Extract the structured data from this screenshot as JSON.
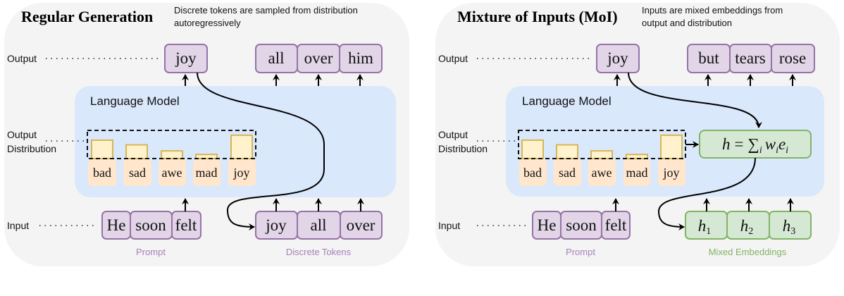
{
  "left": {
    "title": "Regular Generation",
    "subtitle_line1": "Discrete tokens are sampled from distribution",
    "subtitle_line2": "autoregressively",
    "output_label": "Output",
    "output_distribution_label_line1": "Output",
    "output_distribution_label_line2": "Distribution",
    "input_label": "Input",
    "language_model_label": "Language Model",
    "output_tokens": [
      "joy",
      "all",
      "over",
      "him"
    ],
    "distribution_tokens": [
      "bad",
      "sad",
      "awe",
      "mad",
      "joy"
    ],
    "prompt_tokens": [
      "He",
      "soon",
      "felt"
    ],
    "prompt_caption": "Prompt",
    "input_tokens": [
      "joy",
      "all",
      "over"
    ],
    "input_caption": "Discrete Tokens"
  },
  "right": {
    "title": "Mixture of Inputs (MoI)",
    "subtitle_line1": "Inputs are mixed embeddings from",
    "subtitle_line2": "output and distribution",
    "output_label": "Output",
    "output_distribution_label_line1": "Output",
    "output_distribution_label_line2": "Distribution",
    "input_label": "Input",
    "language_model_label": "Language Model",
    "output_tokens": [
      "joy",
      "but",
      "tears",
      "rose"
    ],
    "distribution_tokens": [
      "bad",
      "sad",
      "awe",
      "mad",
      "joy"
    ],
    "prompt_tokens": [
      "He",
      "soon",
      "felt"
    ],
    "prompt_caption": "Prompt",
    "mixture_formula": {
      "lhs": "h",
      "eq": "=",
      "sum": "∑",
      "sub_i": "i",
      "w": "w",
      "e": "e"
    },
    "mixed_embeddings": [
      {
        "base": "h",
        "sub": "1"
      },
      {
        "base": "h",
        "sub": "2"
      },
      {
        "base": "h",
        "sub": "3"
      }
    ],
    "input_caption": "Mixed Embeddings"
  },
  "distribution_probabilities_relative": [
    0.67,
    0.5,
    0.28,
    0.15,
    0.85
  ],
  "colors": {
    "panel": "#f4f4f4",
    "language_model": "#dae8fc",
    "token_fill": "#e1d5e7",
    "token_stroke": "#9673a6",
    "mixed_fill": "#d5e8d4",
    "mixed_stroke": "#82b366",
    "bar_fill": "#fff2cc",
    "bar_stroke": "#d6b656",
    "dist_label_fill": "#ffe6cc",
    "prompt_caption": "#a680b8",
    "mixed_caption": "#82b366"
  }
}
